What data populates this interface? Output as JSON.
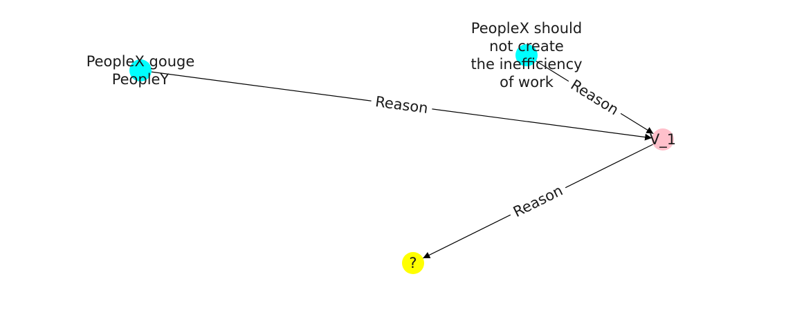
{
  "nodes": [
    {
      "id": "n1",
      "label_lines": [
        "PeopleX gouge",
        "PeopleY"
      ],
      "color": "#00ffff"
    },
    {
      "id": "n2",
      "label_lines": [
        "PeopleX should",
        "not create",
        "the inefficiency",
        "of work"
      ],
      "color": "#00ffff"
    },
    {
      "id": "n3",
      "label_lines": [
        "V_1"
      ],
      "color": "#ffc0cb"
    },
    {
      "id": "n4",
      "label_lines": [
        "?"
      ],
      "color": "#ffff00"
    }
  ],
  "edges": [
    {
      "from": "n1",
      "to": "n3",
      "label": "Reason"
    },
    {
      "from": "n2",
      "to": "n3",
      "label": "Reason"
    },
    {
      "from": "n3",
      "to": "n4",
      "label": "Reason"
    }
  ]
}
